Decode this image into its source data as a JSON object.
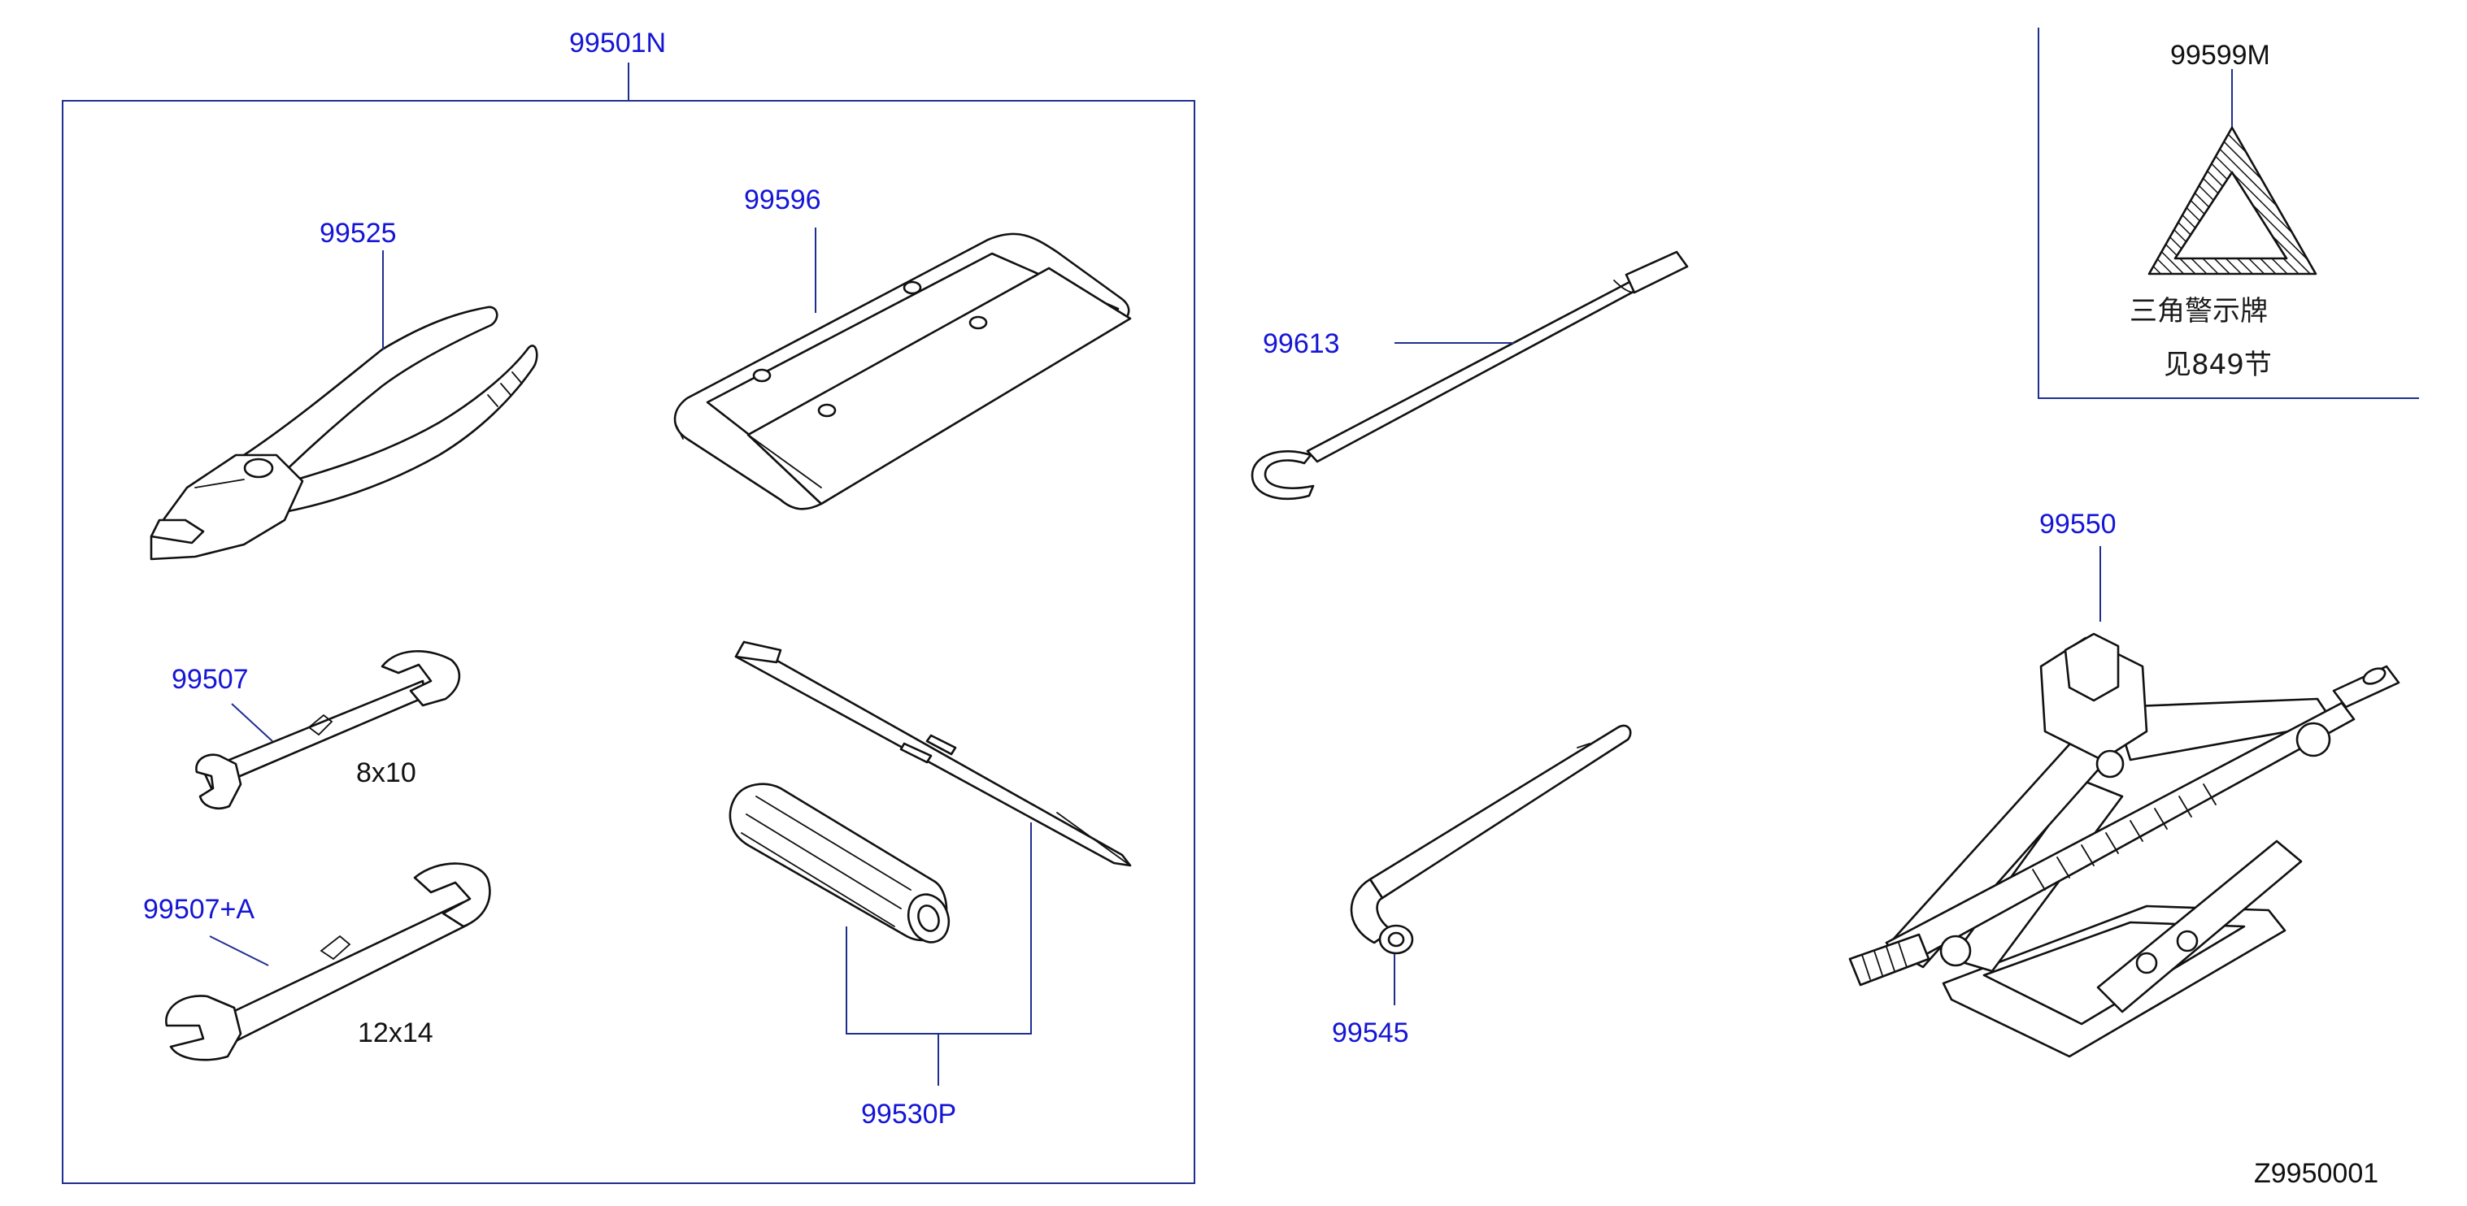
{
  "colors": {
    "part_number": "#1515d6",
    "leader": "#1f2f8f",
    "drawing": "#111111",
    "ref_text": "#111111"
  },
  "labels": {
    "kit": "99501N",
    "pliers": "99525",
    "tool_bag": "99596",
    "wrench_small": "99507",
    "wrench_small_size": "8x10",
    "wrench_large": "99507+A",
    "wrench_large_size": "12x14",
    "screwdriver_set": "99530P",
    "hook_rod": "99613",
    "wheel_wrench": "99545",
    "jack": "99550",
    "triangle": "99599M",
    "triangle_name": "三角警示牌",
    "triangle_ref": "见849节",
    "figure_id": "Z9950001"
  }
}
